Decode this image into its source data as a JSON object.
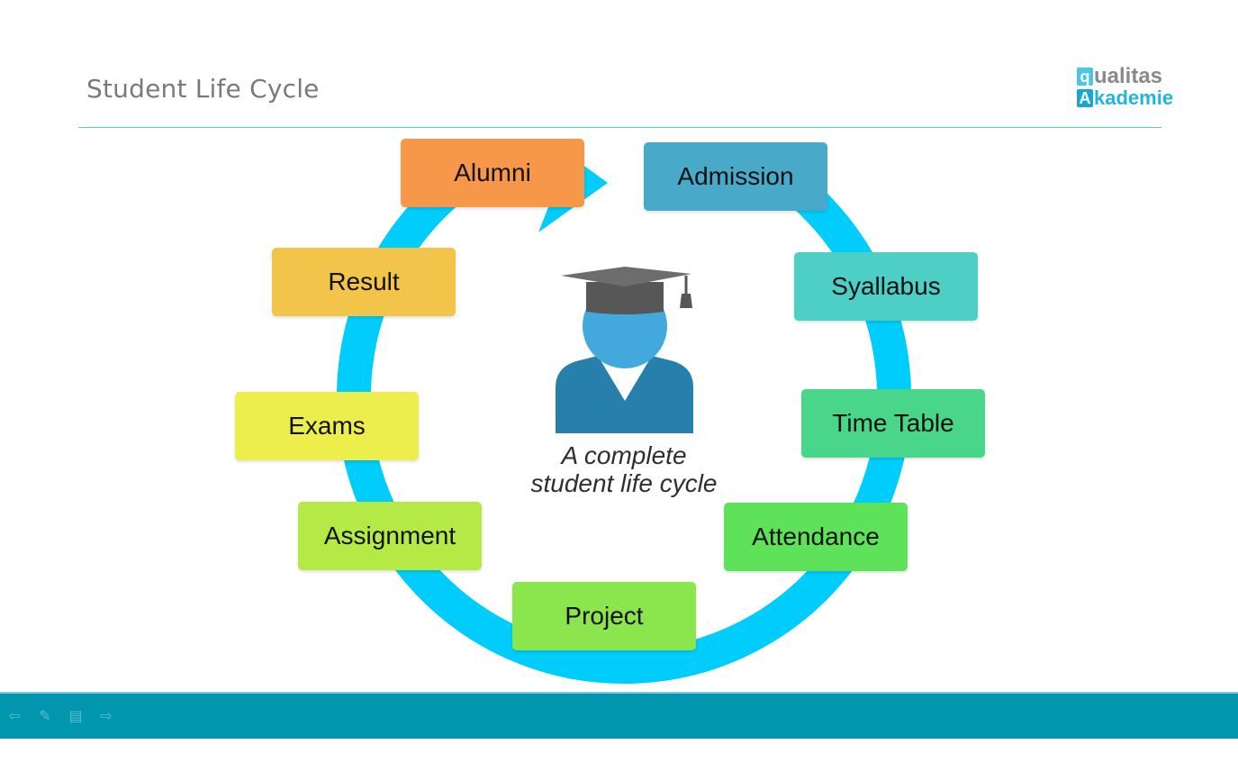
{
  "slide": {
    "title": "Student Life Cycle"
  },
  "logo": {
    "line1_badge": "q",
    "line1_rest": "ualitas",
    "line2_badge": "A",
    "line2_rest": "kademie"
  },
  "diagram": {
    "caption_line1": "A complete",
    "caption_line2": "student life cycle",
    "stages": [
      {
        "label": "Admission",
        "color": "#48a9c9"
      },
      {
        "label": "Syallabus",
        "color": "#4ecfc6"
      },
      {
        "label": "Time Table",
        "color": "#49d68a"
      },
      {
        "label": "Attendance",
        "color": "#5ee25a"
      },
      {
        "label": "Project",
        "color": "#8be64d"
      },
      {
        "label": "Assignment",
        "color": "#b5ea46"
      },
      {
        "label": "Exams",
        "color": "#ecee4c"
      },
      {
        "label": "Result",
        "color": "#f2c449"
      },
      {
        "label": "Alumni",
        "color": "#f7974a"
      }
    ],
    "ring_color": "#00cdfb",
    "icon": "graduate-student-icon"
  },
  "footer": {
    "color": "#0097ae",
    "tools": [
      "back-arrow-icon",
      "pen-icon",
      "menu-icon",
      "forward-arrow-icon"
    ]
  }
}
